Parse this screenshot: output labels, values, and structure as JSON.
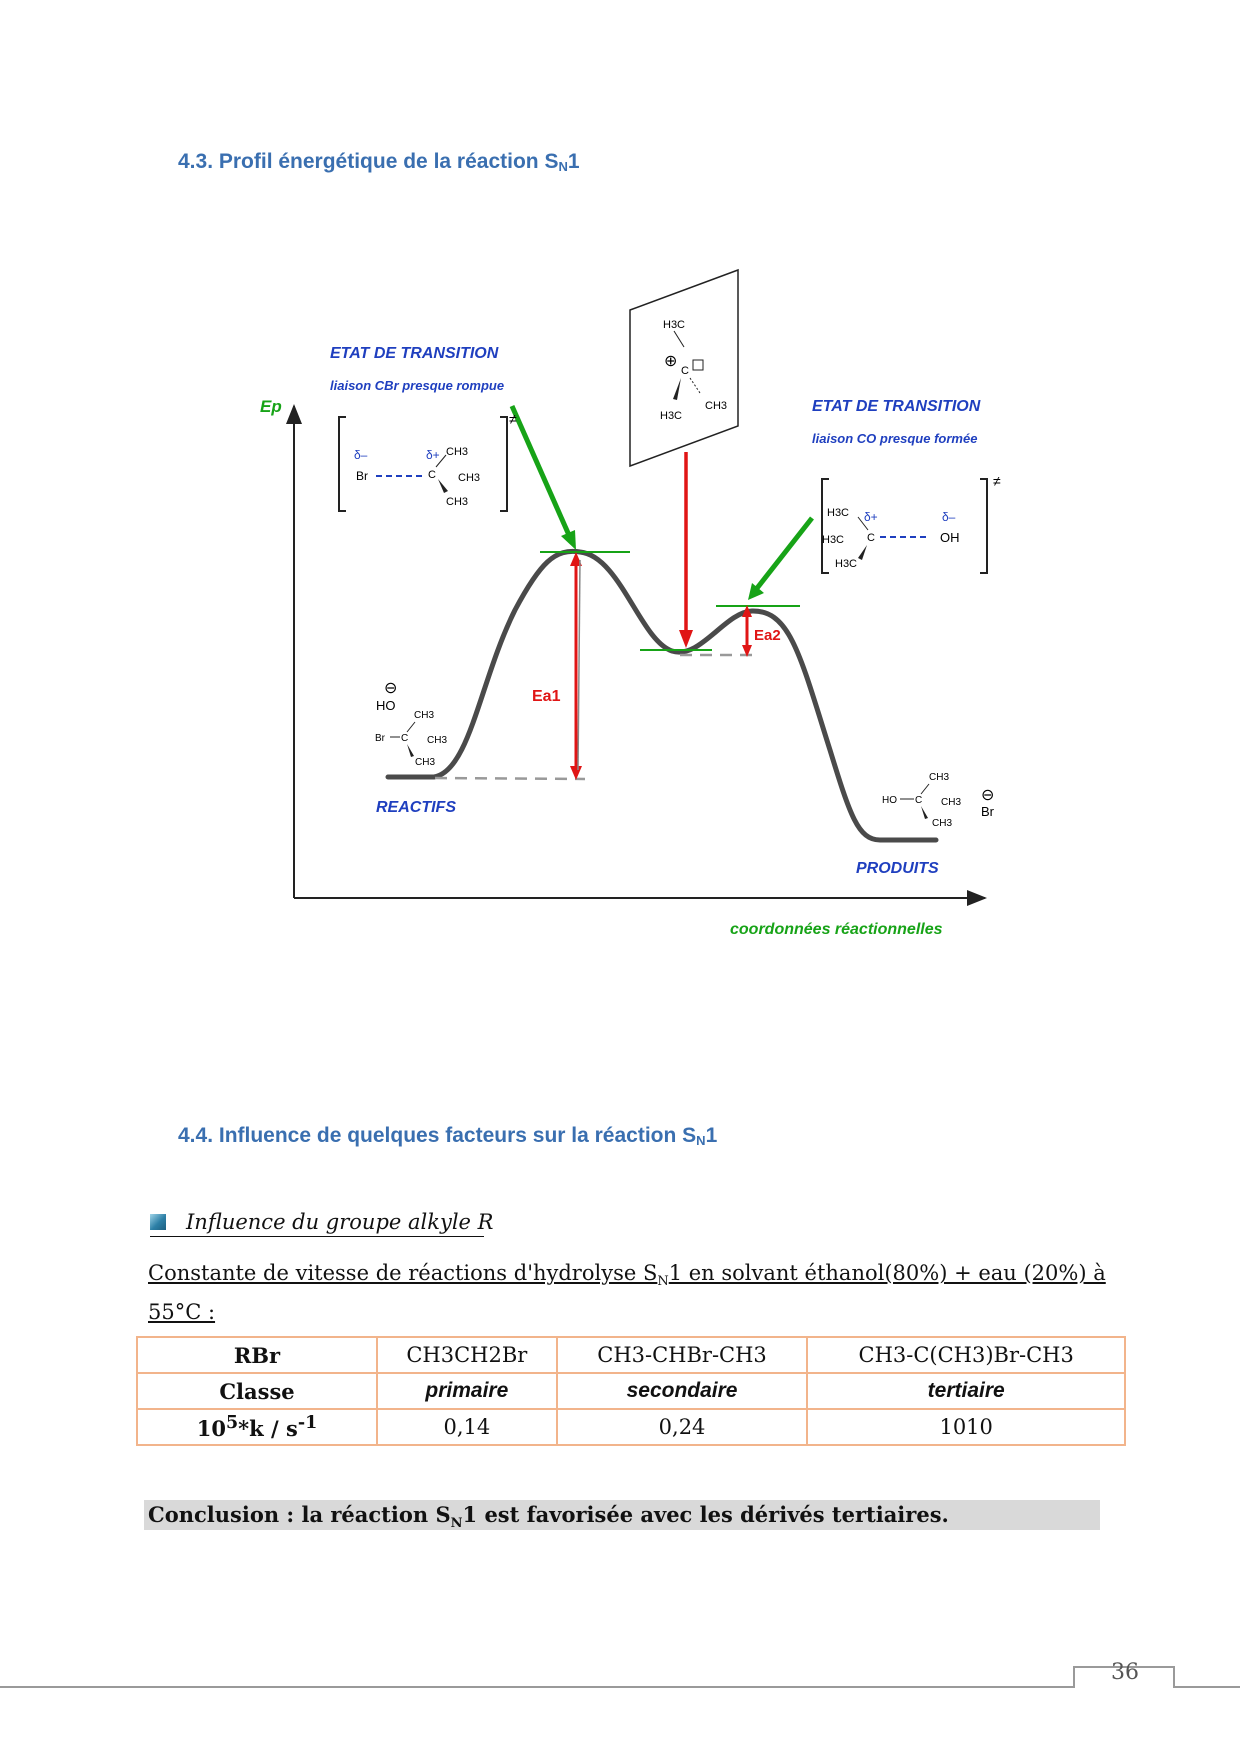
{
  "sections": {
    "s43": {
      "prefix": "4.3. Profil énergétique de la réaction S",
      "sub": "N",
      "suffix": "1"
    },
    "s44": {
      "prefix": "4.4. Influence de quelques facteurs sur la réaction S",
      "sub": "N",
      "suffix": "1"
    }
  },
  "diagram": {
    "y_axis": "Ep",
    "x_axis": "coordonnées réactionnelles",
    "ts1": {
      "title": "ETAT DE TRANSITION",
      "subtitle": "liaison CBr presque rompue",
      "delta_minus": "δ–",
      "delta_plus": "δ+",
      "br": "Br",
      "c": "C",
      "ch3_a": "CH3",
      "ch3_b": "CH3",
      "ch3_c": "CH3",
      "double_dagger": "≠"
    },
    "ts2": {
      "title": "ETAT DE TRANSITION",
      "subtitle": "liaison CO presque formée",
      "h3c_a": "H3C",
      "h3c_b": "H3C",
      "h3c_c": "H3C",
      "c": "C",
      "delta_plus": "δ+",
      "delta_minus": "δ–",
      "oh": "OH",
      "double_dagger": "≠"
    },
    "carbocation": {
      "h3c_top": "H3C",
      "c": "C",
      "ch3": "CH3",
      "h3c_bottom": "H3C",
      "plus": "⊕"
    },
    "reactants": {
      "label": "REACTIFS",
      "ho": "HO",
      "br": "Br",
      "c": "C",
      "ch3_a": "CH3",
      "ch3_b": "CH3",
      "ch3_c": "CH3",
      "minus": "⊖"
    },
    "products": {
      "label": "PRODUITS",
      "ho": "HO",
      "c": "C",
      "ch3_a": "CH3",
      "ch3_b": "CH3",
      "ch3_c": "CH3",
      "br": "Br",
      "minus": "⊖"
    },
    "ea1": "Ea1",
    "ea2": "Ea2",
    "colors": {
      "blue": "#1f3fbf",
      "red": "#e01515",
      "green": "#17a317",
      "curve": "#444444"
    }
  },
  "alkyl": {
    "heading": "Influence du groupe alkyle R",
    "intro_prefix": "Constante de vitesse de réactions d'hydrolyse S",
    "intro_sub": "N",
    "intro_suffix": "1 en solvant éthanol(80%) + eau (20%) à 55°C :"
  },
  "table": {
    "row1": {
      "head": "RBr",
      "c1": "CH3CH2Br",
      "c2": "CH3-CHBr-CH3",
      "c3": "CH3-C(CH3)Br-CH3"
    },
    "row2": {
      "head": "Classe",
      "c1": "primaire",
      "c2": "secondaire",
      "c3": "tertiaire"
    },
    "row3": {
      "head_prefix": "10",
      "head_sup": "5",
      "head_mid": "*k / s",
      "head_sup2": "-1",
      "c1": "0,14",
      "c2": "0,24",
      "c3": "1010"
    }
  },
  "conclusion": {
    "prefix": "Conclusion : la réaction  S",
    "sub": "N",
    "suffix": "1 est favorisée avec les dérivés tertiaires."
  },
  "page_number": "36"
}
